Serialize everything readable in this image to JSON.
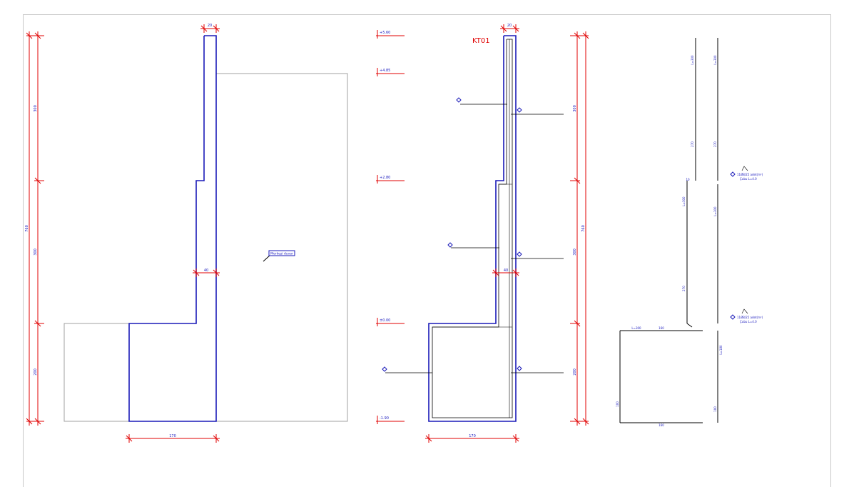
{
  "sheet": {
    "title": "KT01"
  },
  "colors": {
    "outline": "#1a1ab8",
    "dimension": "#e00000",
    "annotation": "#2020c0",
    "line": "#000000",
    "guide": "#a0a0a0"
  },
  "formwork": {
    "vert_dims": {
      "top": "300",
      "middle": "300",
      "bottom": "200",
      "total": "760"
    },
    "horiz_dims": {
      "top": "20",
      "mid": "40",
      "base": "170"
    },
    "tag": "Merkezi duvar"
  },
  "section": {
    "levels": [
      "+5.60",
      "+4.85",
      "+2.80",
      "±0.00",
      "-1.90"
    ],
    "vert_dims": {
      "top": "300",
      "middle": "300",
      "bottom": "200",
      "total": "760"
    },
    "horiz_dims": {
      "top": "20",
      "mid": "40",
      "base": "170"
    }
  },
  "bars": {
    "top_left": {
      "len": "L=300",
      "mid": "270"
    },
    "top_right": {
      "len": "L=300",
      "mid": "270"
    },
    "mid_left": {
      "len": "L=300",
      "mid": "270"
    },
    "mid_right": {
      "len": "L=300"
    },
    "hook_left": "10",
    "base_horiz": {
      "len": "L=300",
      "top": "160",
      "bottom": "160",
      "left": "100",
      "right": "100"
    },
    "base_right": {
      "len": "L=180"
    },
    "note1": {
      "line1": "11Ø8/25 adet(m²)",
      "line2": "Çubu L=4.0"
    },
    "note2": {
      "line1": "11Ø8/25 adet(m²)",
      "line2": "Çubu L=4.0"
    }
  }
}
